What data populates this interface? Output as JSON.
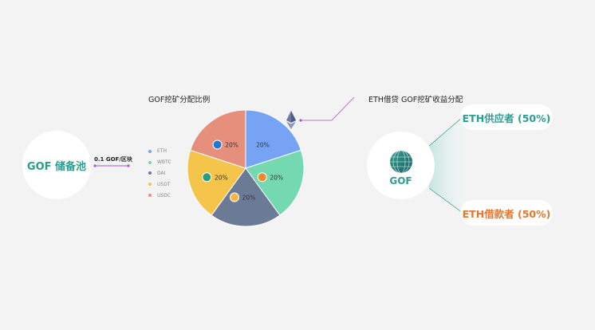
{
  "pool": {
    "label": "GOF 储备池"
  },
  "rate": {
    "label": "0.1 GOF/区块"
  },
  "pie": {
    "title": "GOF挖矿分配比例"
  },
  "share": {
    "title": "ETH借贷 GOF挖矿收益分配"
  },
  "gof": {
    "label": "GOF"
  },
  "pills": {
    "supplier": "ETH供应者 (50%)",
    "borrower": "ETH借款者 (50%)"
  },
  "colors": {
    "accent_teal": "#2a9d90",
    "accent_orange": "#e8742e",
    "connector_purple": "#b04fd0"
  },
  "chart_data": {
    "type": "pie",
    "title": "GOF挖矿分配比例",
    "slices": [
      {
        "name": "ETH",
        "value": 20,
        "label": "20%",
        "color": "#76a3f4",
        "icon": "eth-icon"
      },
      {
        "name": "WBTC",
        "value": 20,
        "label": "20%",
        "color": "#74d9b0",
        "icon": "wbtc-icon"
      },
      {
        "name": "DAI",
        "value": 20,
        "label": "20%",
        "color": "#6b7b96",
        "icon": "dai-icon"
      },
      {
        "name": "USDT",
        "value": 20,
        "label": "20%",
        "color": "#f4c54a",
        "icon": "usdt-icon"
      },
      {
        "name": "USDC",
        "value": 20,
        "label": "20%",
        "color": "#e68f7c",
        "icon": "usdc-icon"
      }
    ],
    "legend_position": "left"
  }
}
